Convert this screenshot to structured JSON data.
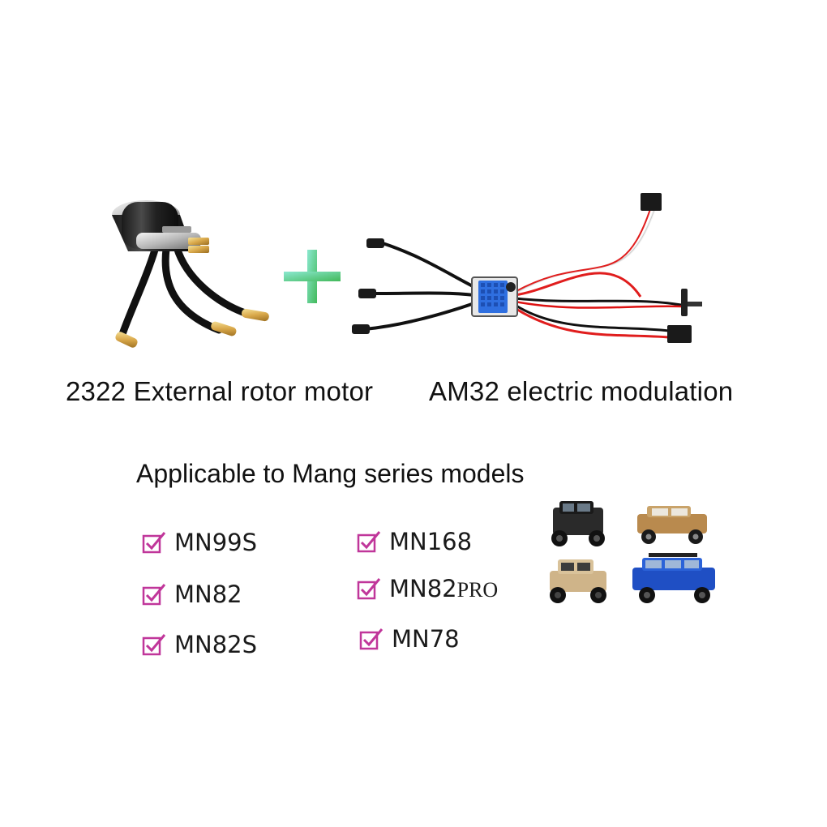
{
  "products": {
    "motor": {
      "caption": "2322 External rotor motor",
      "image": "brushless-outrunner-motor-with-bullet-connectors"
    },
    "plus_icon": "plus-icon",
    "esc": {
      "caption": "AM32 electric modulation",
      "image": "esc-board-with-heatsink-and-wires"
    }
  },
  "applicability": {
    "heading": "Applicable to Mang series models",
    "models": [
      {
        "name": "MN99S"
      },
      {
        "name": "MN82"
      },
      {
        "name": "MN82S"
      },
      {
        "name": "MN168"
      },
      {
        "name": "MN82",
        "suffix": "PRO"
      },
      {
        "name": "MN78"
      }
    ],
    "check_icon": "checkbox-checked-icon",
    "vehicles_image": "rc-crawler-trucks"
  },
  "colors": {
    "check_accent": "#c0369a",
    "plus_gradient_start": "#7fe3c2",
    "plus_gradient_end": "#4fc06a",
    "heatsink": "#2f6fe0"
  }
}
